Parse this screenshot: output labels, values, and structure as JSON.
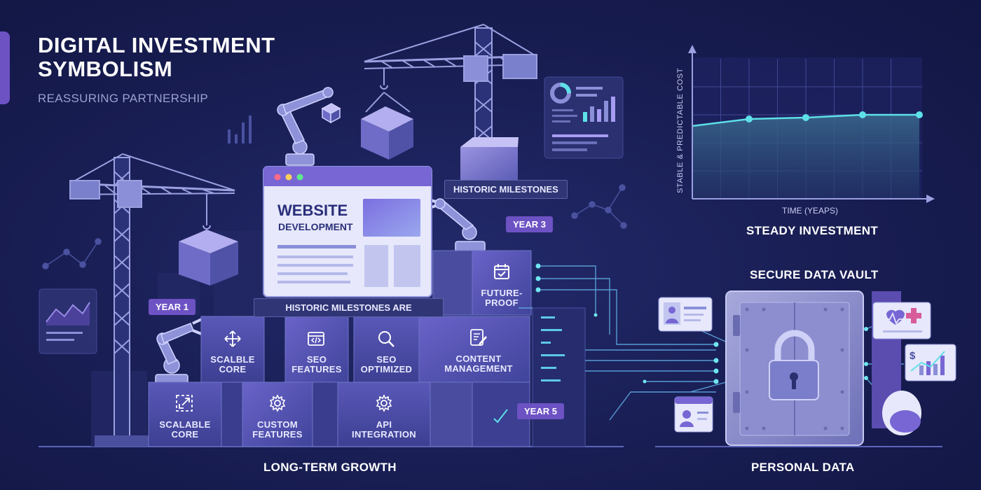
{
  "header": {
    "title_line1": "DIGITAL INVESTMENT",
    "title_line2": "SYMBOLISM",
    "subtitle": "REASSURING PARTNERSHIP"
  },
  "website": {
    "title_line1": "WEBSITE",
    "title_line2": "DEVELOPMENT"
  },
  "blocks": {
    "future_proof": "FUTURE-\nPROOF",
    "scalable_core_top": "SCALBLE\nCORE",
    "seo_features": "SEO\nFEATURES",
    "seo_optimized": "SEO\nOPTIMIZED",
    "content_management": "CONTENT\nMANAGEMENT",
    "scalable_core_bottom": "SCALABLE\nCORE",
    "custom_features": "CUSTOM\nFEATURES",
    "api_integration": "API\nINTEGRATION"
  },
  "banners": {
    "historic_top": "HISTORIC MILESTONES",
    "historic_mid": "HISTORIC MILESTONES ARE"
  },
  "tags": {
    "year1": "YEAR 1",
    "year3": "YEAR 3",
    "year5": "YEAR 5"
  },
  "captions": {
    "growth": "LONG-TERM GROWTH",
    "investment": "STEADY INVESTMENT",
    "vault": "SECURE DATA VAULT",
    "personal": "PERSONAL DATA"
  },
  "chart_data": {
    "type": "area",
    "x": [
      0,
      1,
      2,
      3,
      4
    ],
    "values": [
      0.52,
      0.57,
      0.58,
      0.6,
      0.6
    ],
    "xlabel": "TIME (YEAPS)",
    "ylabel": "STABLE & PREDICTABLE COST",
    "ylim": [
      0,
      1
    ],
    "grid": true,
    "line_color": "#5ee0e8"
  },
  "colors": {
    "background": "#181d52",
    "accent_purple": "#6d52c4",
    "cyan": "#5ee0e8"
  }
}
